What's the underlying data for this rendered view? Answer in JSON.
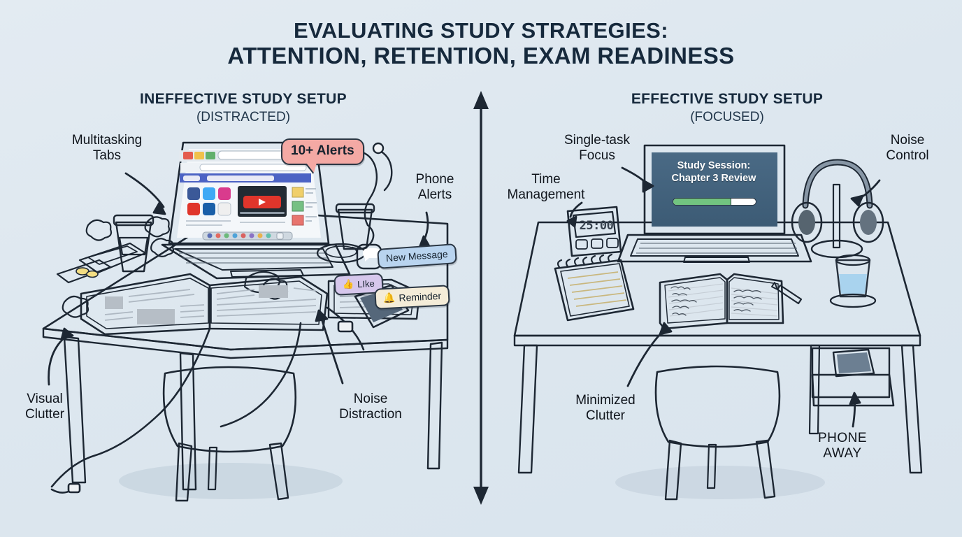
{
  "title": {
    "line1": "EVALUATING STUDY STRATEGIES:",
    "line2": "ATTENTION, RETENTION, EXAM READINESS"
  },
  "panels": {
    "left": {
      "heading": "INEFFECTIVE STUDY SETUP",
      "subheading": "(DISTRACTED)",
      "labels": {
        "multitasking": "Multitasking\nTabs",
        "phone_alerts": "Phone\nAlerts",
        "visual_clutter": "Visual\nClutter",
        "noise_distraction": "Noise\nDistraction"
      },
      "alert_badge": "10+\nAlerts",
      "notifications": [
        {
          "text": "New Message",
          "icon": "",
          "color": "#b9d4ef"
        },
        {
          "text": "LIke",
          "icon": "👍",
          "color": "#d6c7ec"
        },
        {
          "text": "Reminder",
          "icon": "🔔",
          "color": "#f4ecd8"
        }
      ]
    },
    "right": {
      "heading": "EFFECTIVE STUDY SETUP",
      "subheading": "(FOCUSED)",
      "labels": {
        "single_task": "Single-task\nFocus",
        "time_management": "Time\nManagement",
        "noise_control": "Noise\nControl",
        "minimized_clutter": "Minimized\nClutter",
        "phone_away": "PHONE\nAWAY"
      },
      "screen": {
        "line1": "Study Session:",
        "line2": "Chapter 3 Review",
        "progress_percent": 70
      },
      "timer": "25:00"
    }
  },
  "colors": {
    "background": "#dfe8f0",
    "ink": "#1d2733",
    "title": "#16293c",
    "alert": "#f4a9a4",
    "progress": "#72c480",
    "desk_wood": "#d2a873",
    "chair_left": "#9aaab8",
    "chair_right": "#a9bfa6"
  }
}
